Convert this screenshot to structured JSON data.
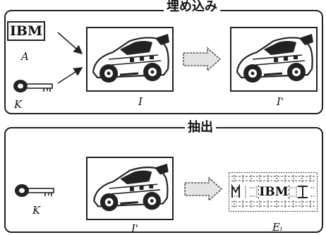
{
  "embed_panel": {
    "title": "埋め込み",
    "logo_text": "IBM",
    "label_a": "A",
    "label_k": "K",
    "label_i": "I",
    "label_i_prime": "I'"
  },
  "extract_panel": {
    "title": "抽出",
    "label_k": "K",
    "label_i_prime": "I'",
    "label_e": "Eᵢ",
    "extracted_text": "IBM"
  },
  "colors": {
    "ink": "#222222",
    "arrow_gray": "#bdbdbd",
    "paper": "#ffffff"
  },
  "icons": [
    "key-icon",
    "car-illustration",
    "block-arrow-icon",
    "watermark-pattern"
  ]
}
